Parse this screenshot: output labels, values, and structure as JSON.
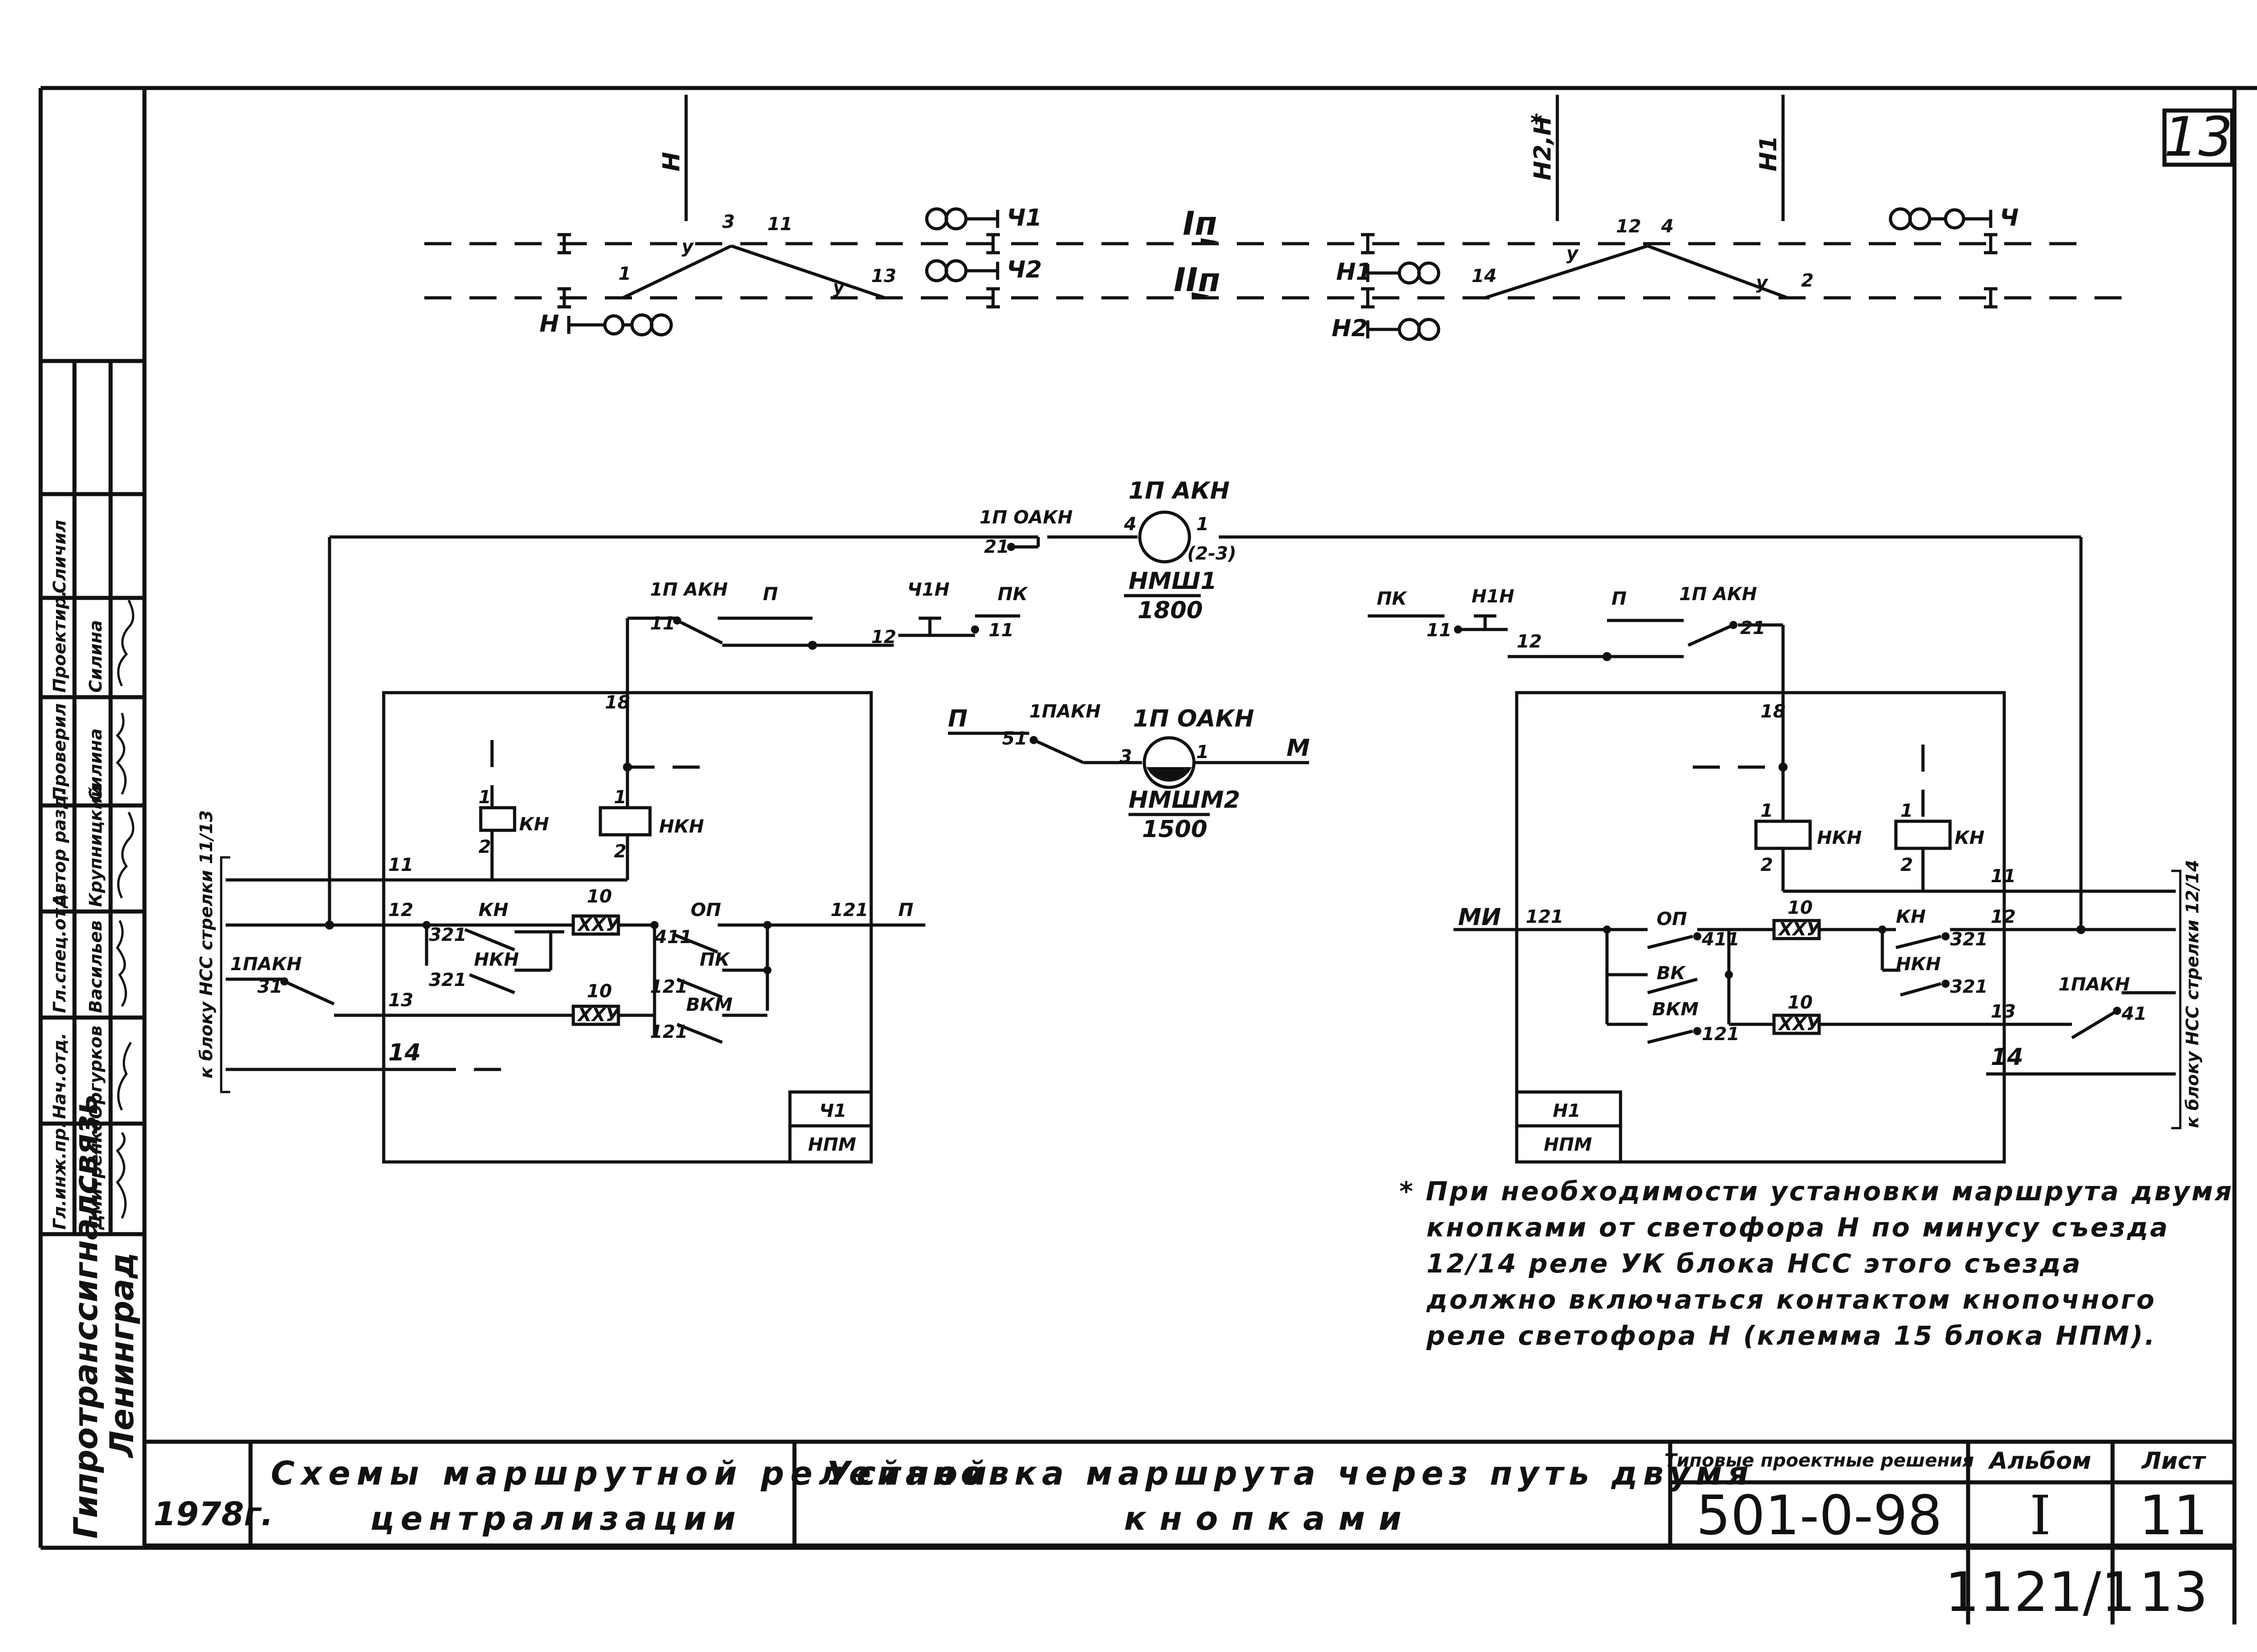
{
  "sheet_no_top": "13",
  "track_plan": {
    "sig_h_top": "Н",
    "sig_n2_top": "Н2,Н",
    "sig_n1_top": "Н1",
    "asterisk": "*",
    "track_1": "Iп",
    "track_2": "IIп",
    "sig_ch1": "Ч1",
    "sig_ch2": "Ч2",
    "sig_ch": "Ч",
    "sig_n": "Н",
    "sig_n1": "Н1",
    "sig_n2": "Н2",
    "sw_1": "1",
    "sw_3": "3",
    "sw_11": "11",
    "sw_13": "13",
    "sw_14": "14",
    "sw_12": "12",
    "sw_4": "4",
    "sw_2": "2",
    "mark_u": "у"
  },
  "relays": {
    "akn": {
      "label": "1П АКН",
      "pin4": "4",
      "pin1": "1",
      "pins": "(2-3)",
      "type": "НМШ1",
      "res": "1800"
    },
    "oakn": {
      "label": "1П ОАКН",
      "pin3": "3",
      "pin1": "1",
      "type": "НМШМ2",
      "res": "1500"
    },
    "oakn_contact": {
      "label": "1П ОАКН",
      "pin": "21"
    },
    "lower_contact": {
      "label": "1ПАКН",
      "pin": "51",
      "bus_p": "П",
      "bus_m": "М"
    }
  },
  "left_block": {
    "top_akn": "1П АКН",
    "top_p": "П",
    "top_11": "11",
    "top_12": "12",
    "ch1n": "Ч1Н",
    "pk": "ПК",
    "pk_11": "11",
    "term_18": "18",
    "kn": "КН",
    "nkn": "НКН",
    "r1": "1",
    "r2": "2",
    "t11": "11",
    "t12": "12",
    "t13": "13",
    "t14": "14",
    "kn_c": "КН",
    "c321": "321",
    "nkn_c": "НКН",
    "c321b": "321",
    "r10a": "10",
    "r10b": "10",
    "xxu": "ХХУ",
    "op": "ОП",
    "c411": "411",
    "pk_c": "ПК",
    "c121a": "121",
    "vkm": "ВКМ",
    "c121b": "121",
    "t121": "121",
    "out_p": "П",
    "akn_side": "1ПАКН",
    "c31": "31",
    "name1": "Ч1",
    "name2": "НПМ"
  },
  "right_block": {
    "pk": "ПК",
    "n1n": "Н1Н",
    "c11": "11",
    "c12": "12",
    "top_p": "П",
    "top_akn": "1П АКН",
    "c21": "21",
    "term_18": "18",
    "nkn": "НКН",
    "kn": "КН",
    "r1": "1",
    "r2": "2",
    "t11": "11",
    "t12": "12",
    "t13": "13",
    "t14": "14",
    "mi": "МИ",
    "t121": "121",
    "op": "ОП",
    "c411": "411",
    "vk": "ВК",
    "vkm": "ВКМ",
    "c121": "121",
    "r10a": "10",
    "r10b": "10",
    "xxu": "ХХУ",
    "kn_c": "КН",
    "c321a": "321",
    "nkn_c": "НКН",
    "c321b": "321",
    "akn_side": "1ПАКН",
    "c41": "41",
    "name1": "Н1",
    "name2": "НПМ"
  },
  "side_labels": {
    "left": "к блоку НСС стрелки 11/13",
    "right": "к блоку НСС стрелки 12/14"
  },
  "note": {
    "lines": [
      "* При необходимости установки маршрута двумя",
      "кнопками от светофора Н по минусу съезда",
      "12/14 реле УК блока НСС этого съезда",
      "должно включаться контактом кнопочного",
      "реле светофора Н (клемма 15 блока НПМ)."
    ]
  },
  "stamp": {
    "org": "Гипротранссигналсвязь",
    "city": "Ленинград",
    "year": "1978г.",
    "title_1": "Схемы маршрутной релейной",
    "title_2": "централизации",
    "subject_1": "Установка маршрута через путь двумя",
    "subject_2": "кнопками",
    "typical_label": "Типовые проектные решения",
    "typical_no": "501-0-98",
    "album_label": "Альбом",
    "album_no": "I",
    "sheet_label": "Лист",
    "sheet_no": "11",
    "archive_no": "1121/1",
    "page_no": "13"
  },
  "signatures": [
    {
      "role": "Гл.инж.пр.",
      "name": "Дмитренко"
    },
    {
      "role": "Нач.отд.",
      "name": "Оргурков"
    },
    {
      "role": "Гл.спец.отд.",
      "name": "Васильев"
    },
    {
      "role": "Автор разд.",
      "name": "Крупницкий"
    },
    {
      "role": "Проверил",
      "name": "Силина"
    },
    {
      "role": "Проектир.",
      "name": "Силина"
    },
    {
      "role": "Сличил",
      "name": ""
    }
  ]
}
